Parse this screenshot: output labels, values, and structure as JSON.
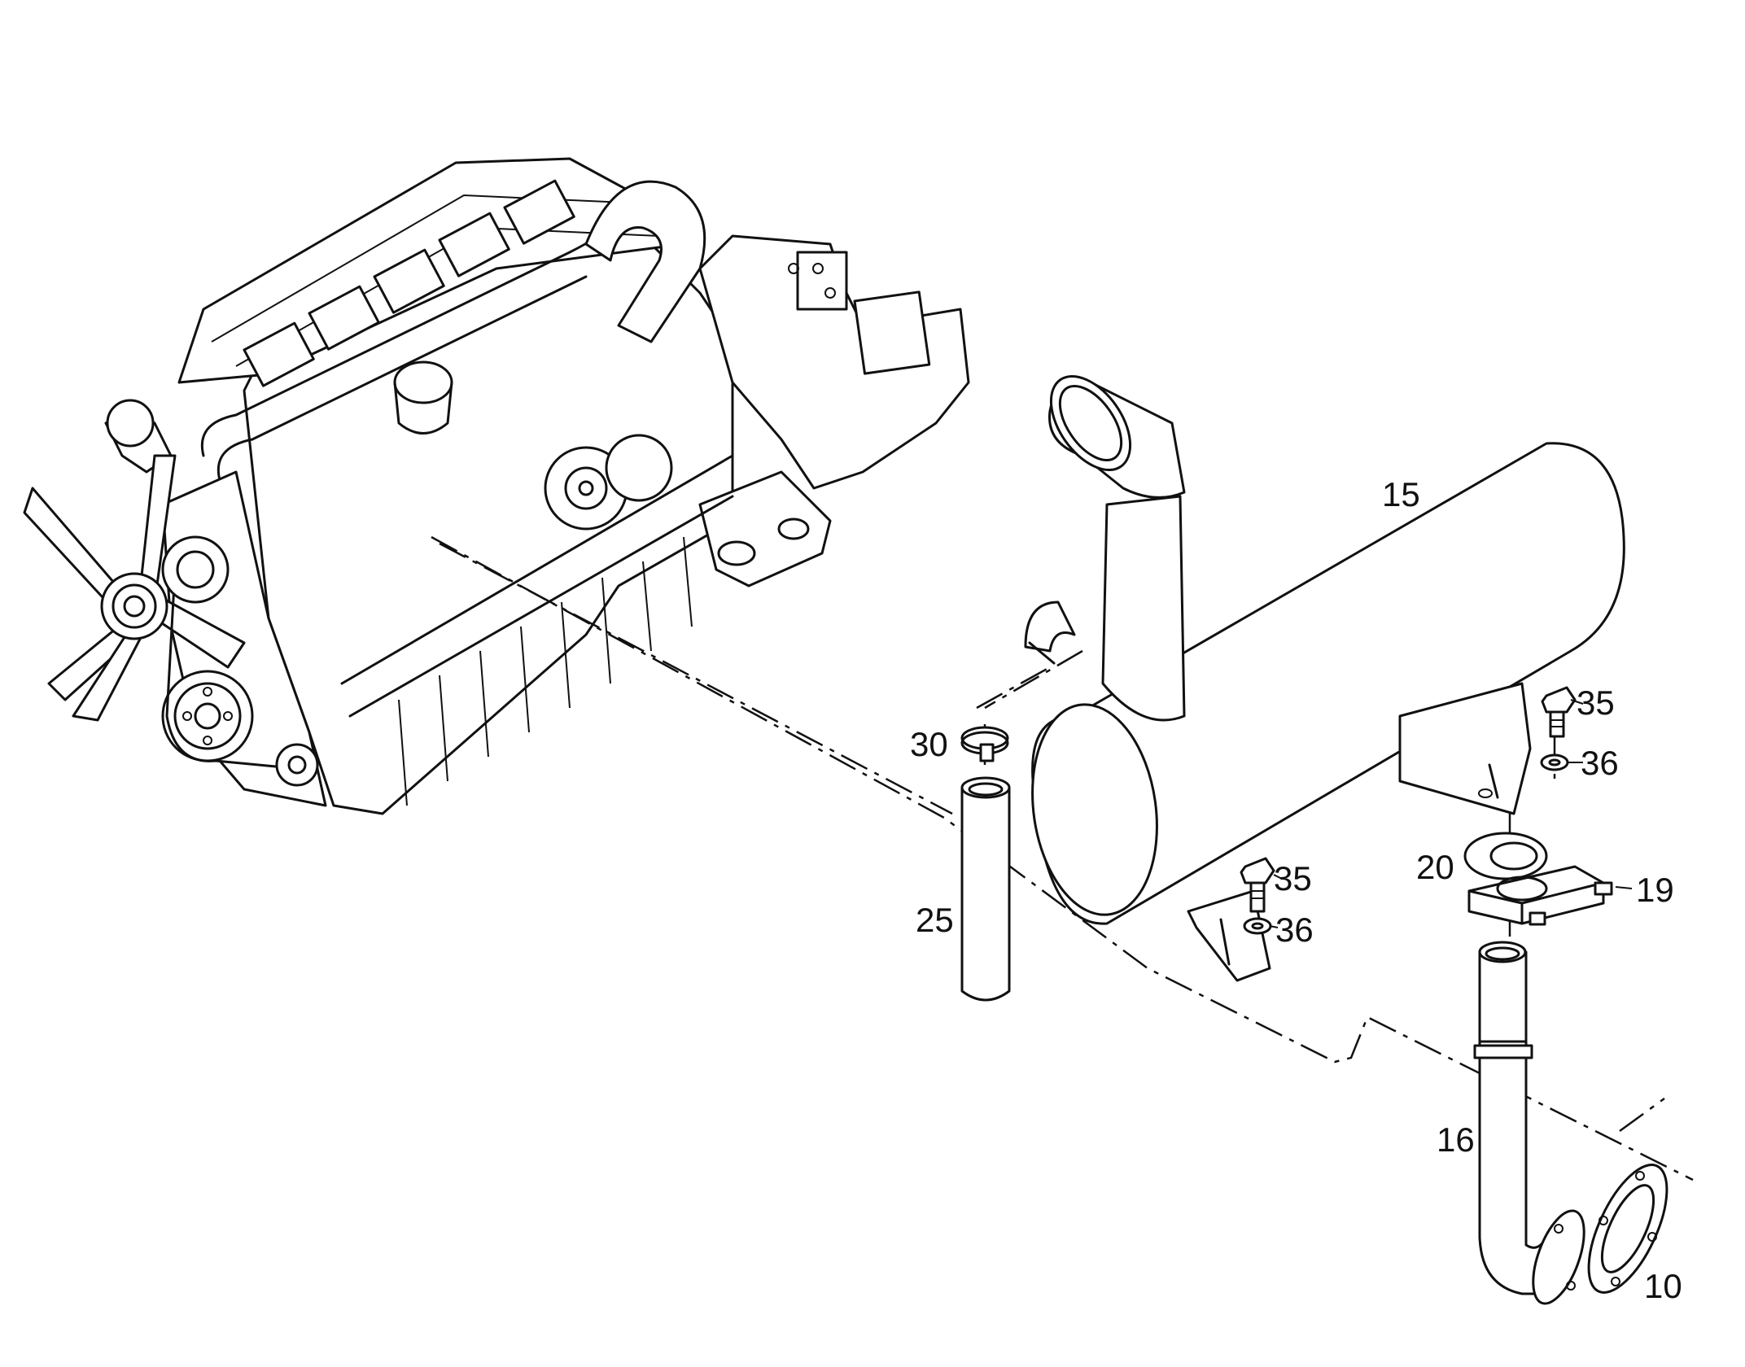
{
  "diagram": {
    "type": "exploded-parts-view",
    "part_numbers": {
      "muffler": "15",
      "tailpipe": "16",
      "clamp": "19",
      "clamp_ring": "20",
      "hose": "25",
      "hose_clamp": "30",
      "bolt_right": "35",
      "washer_right": "36",
      "bolt_left": "35",
      "washer_left": "36",
      "gasket_flange": "10"
    }
  }
}
